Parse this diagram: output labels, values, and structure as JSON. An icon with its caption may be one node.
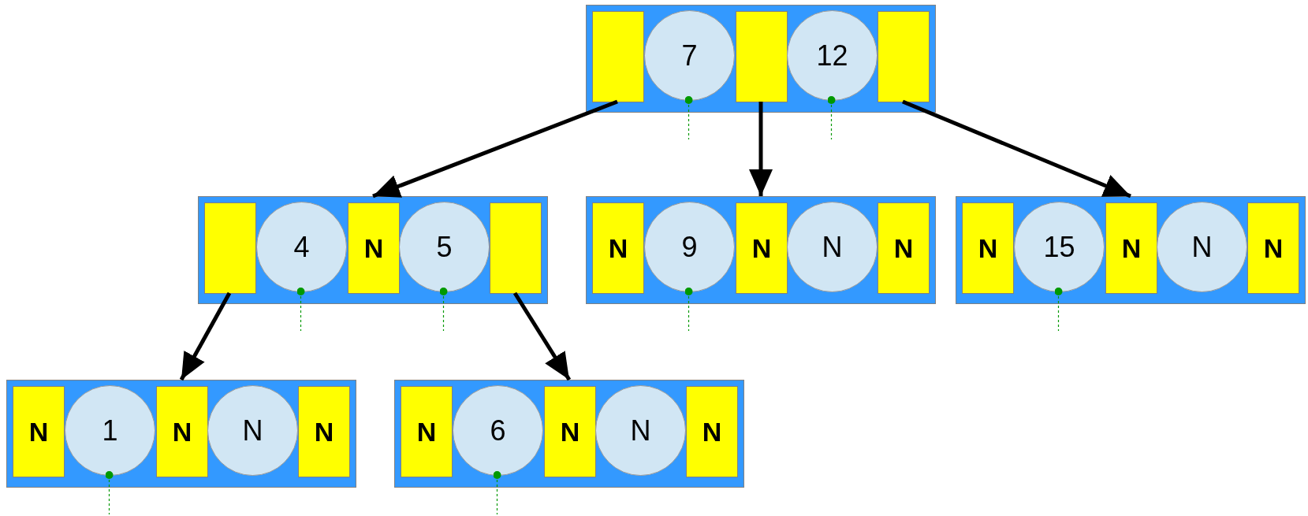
{
  "diagram": {
    "nodes": [
      {
        "text": [],
        "shape": "box"
      },
      {
        "text": [],
        "shape": "box",
        "in": 0
      },
      {
        "text": [
          "7"
        ],
        "in": 0
      },
      {
        "text": [],
        "shape": "box",
        "in": 0
      },
      {
        "text": [
          "12"
        ],
        "in": 0
      },
      {
        "text": [],
        "shape": "box",
        "in": 0
      },
      {
        "text": [],
        "shape": "box"
      },
      {
        "text": [],
        "shape": "box",
        "in": 6
      },
      {
        "text": [
          "4"
        ],
        "in": 6
      },
      {
        "text": [
          "N"
        ],
        "in": 6
      },
      {
        "text": [
          "5"
        ],
        "in": 6
      },
      {
        "text": [],
        "shape": "box",
        "in": 6
      },
      {
        "text": [],
        "shape": "box"
      },
      {
        "text": [
          "N"
        ],
        "in": 12
      },
      {
        "text": [
          "9"
        ],
        "in": 12
      },
      {
        "text": [
          "N"
        ],
        "in": 12
      },
      {
        "text": [
          "N"
        ],
        "in": 12
      },
      {
        "text": [
          "N"
        ],
        "in": 12
      },
      {
        "text": [],
        "shape": "box"
      },
      {
        "text": [
          "N"
        ],
        "in": 18
      },
      {
        "text": [
          "15"
        ],
        "in": 18
      },
      {
        "text": [
          "N"
        ],
        "in": 18
      },
      {
        "text": [
          "N"
        ],
        "in": 18
      },
      {
        "text": [
          "N"
        ],
        "in": 18
      },
      {
        "text": [],
        "shape": "box"
      },
      {
        "text": [
          "N"
        ],
        "in": 24
      },
      {
        "text": [
          "1"
        ],
        "in": 24
      },
      {
        "text": [
          "N"
        ],
        "in": 24
      },
      {
        "text": [
          "N"
        ],
        "in": 24
      },
      {
        "text": [
          "N"
        ],
        "in": 24
      },
      {
        "text": [],
        "shape": "box"
      },
      {
        "text": [
          "N"
        ],
        "in": 30
      },
      {
        "text": [
          "6"
        ],
        "in": 30
      },
      {
        "text": [
          "N"
        ],
        "in": 30
      },
      {
        "text": [
          "N"
        ],
        "in": 30
      },
      {
        "text": [
          "N"
        ],
        "in": 30
      }
    ],
    "edges": [
      {
        "from": 1,
        "to": 6,
        "arrow": "to",
        "style": "thick",
        "color": "#000000"
      },
      {
        "from": 3,
        "to": 12,
        "arrow": "to",
        "style": "thick",
        "color": "#000000"
      },
      {
        "from": 5,
        "to": 18,
        "arrow": "to",
        "style": "thick",
        "color": "#000000"
      },
      {
        "from": 7,
        "to": 24,
        "arrow": "to",
        "style": "thick",
        "color": "#000000"
      },
      {
        "from": 11,
        "to": 30,
        "arrow": "to",
        "style": "thick",
        "color": "#000000"
      },
      {
        "from": 2,
        "to": null,
        "arrow": "other",
        "style": "dashed",
        "color": "#009900"
      },
      {
        "from": 4,
        "to": null,
        "arrow": "other",
        "style": "dashed",
        "color": "#009900"
      },
      {
        "from": 8,
        "to": null,
        "arrow": "other",
        "style": "dashed",
        "color": "#009900"
      },
      {
        "from": 10,
        "to": null,
        "arrow": "other",
        "style": "dashed",
        "color": "#009900"
      },
      {
        "from": 14,
        "to": null,
        "arrow": "other",
        "style": "dashed",
        "color": "#009900"
      },
      {
        "from": 20,
        "to": null,
        "arrow": "other",
        "style": "dashed",
        "color": "#009900"
      },
      {
        "from": 26,
        "to": null,
        "arrow": "other",
        "style": "dashed",
        "color": "#009900"
      },
      {
        "from": 32,
        "to": null,
        "arrow": "other",
        "style": "dashed",
        "color": "#009900"
      }
    ]
  }
}
